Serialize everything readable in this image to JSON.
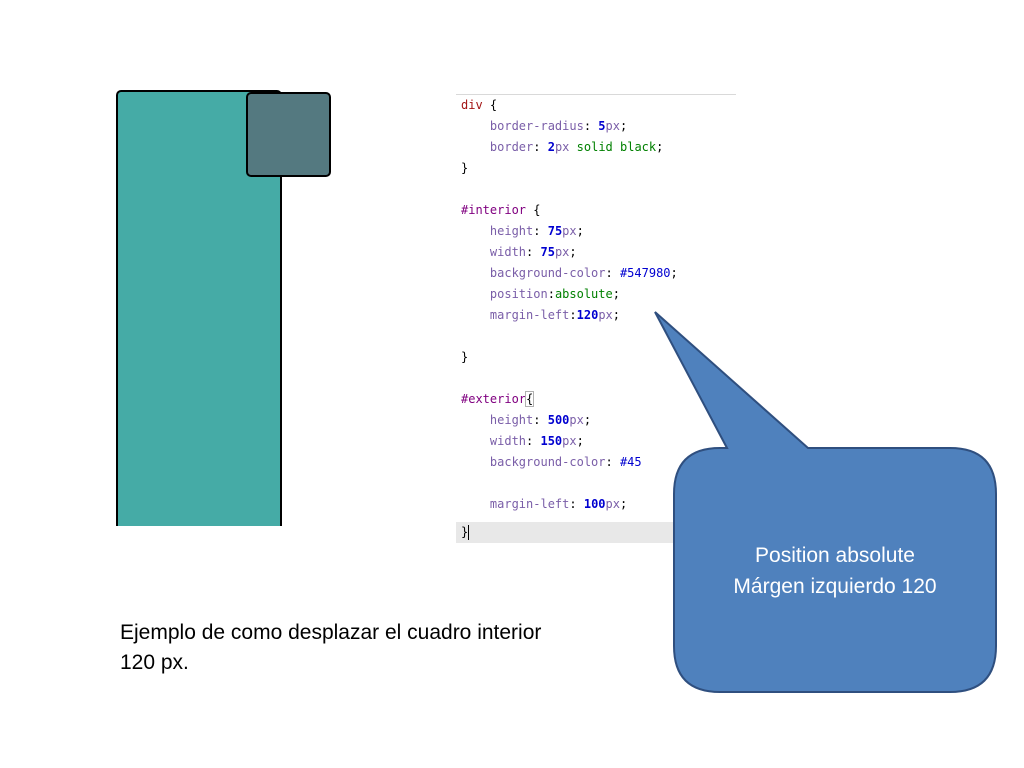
{
  "demo": {
    "exterior_color": "#45ABA6",
    "interior_color": "#547980"
  },
  "code": {
    "l1": [
      "div",
      " {"
    ],
    "l2": [
      "border-radius",
      ": ",
      "5",
      "px",
      ";"
    ],
    "l3": [
      "border",
      ": ",
      "2",
      "px",
      " ",
      "solid",
      " ",
      "black",
      ";"
    ],
    "l4": "}",
    "l6": [
      "#interior",
      " {"
    ],
    "l7": [
      "height",
      ": ",
      "75",
      "px",
      ";"
    ],
    "l8": [
      "width",
      ": ",
      "75",
      "px",
      ";"
    ],
    "l9": [
      "background-color",
      ": ",
      "#547980",
      ";"
    ],
    "l10": [
      "position",
      ":",
      "absolute",
      ";"
    ],
    "l11": [
      "margin-left",
      ":",
      "120",
      "px",
      ";"
    ],
    "l13": "}",
    "l15": [
      "#exterior",
      "{"
    ],
    "l16": [
      "height",
      ": ",
      "500",
      "px",
      ";"
    ],
    "l17": [
      "width",
      ": ",
      "150",
      "px",
      ";"
    ],
    "l18": [
      "background-color",
      ": ",
      "#45",
      ""
    ],
    "l20": [
      "margin-left",
      ": ",
      "100",
      "px",
      ";"
    ],
    "l21": "}"
  },
  "callout": {
    "line1": "Position absolute",
    "line2": "Márgen izquierdo 120",
    "fill": "#4F81BD",
    "stroke": "#2F4F7F"
  },
  "caption": {
    "line1": "Ejemplo de como desplazar el cuadro interior",
    "line2": "120 px."
  }
}
